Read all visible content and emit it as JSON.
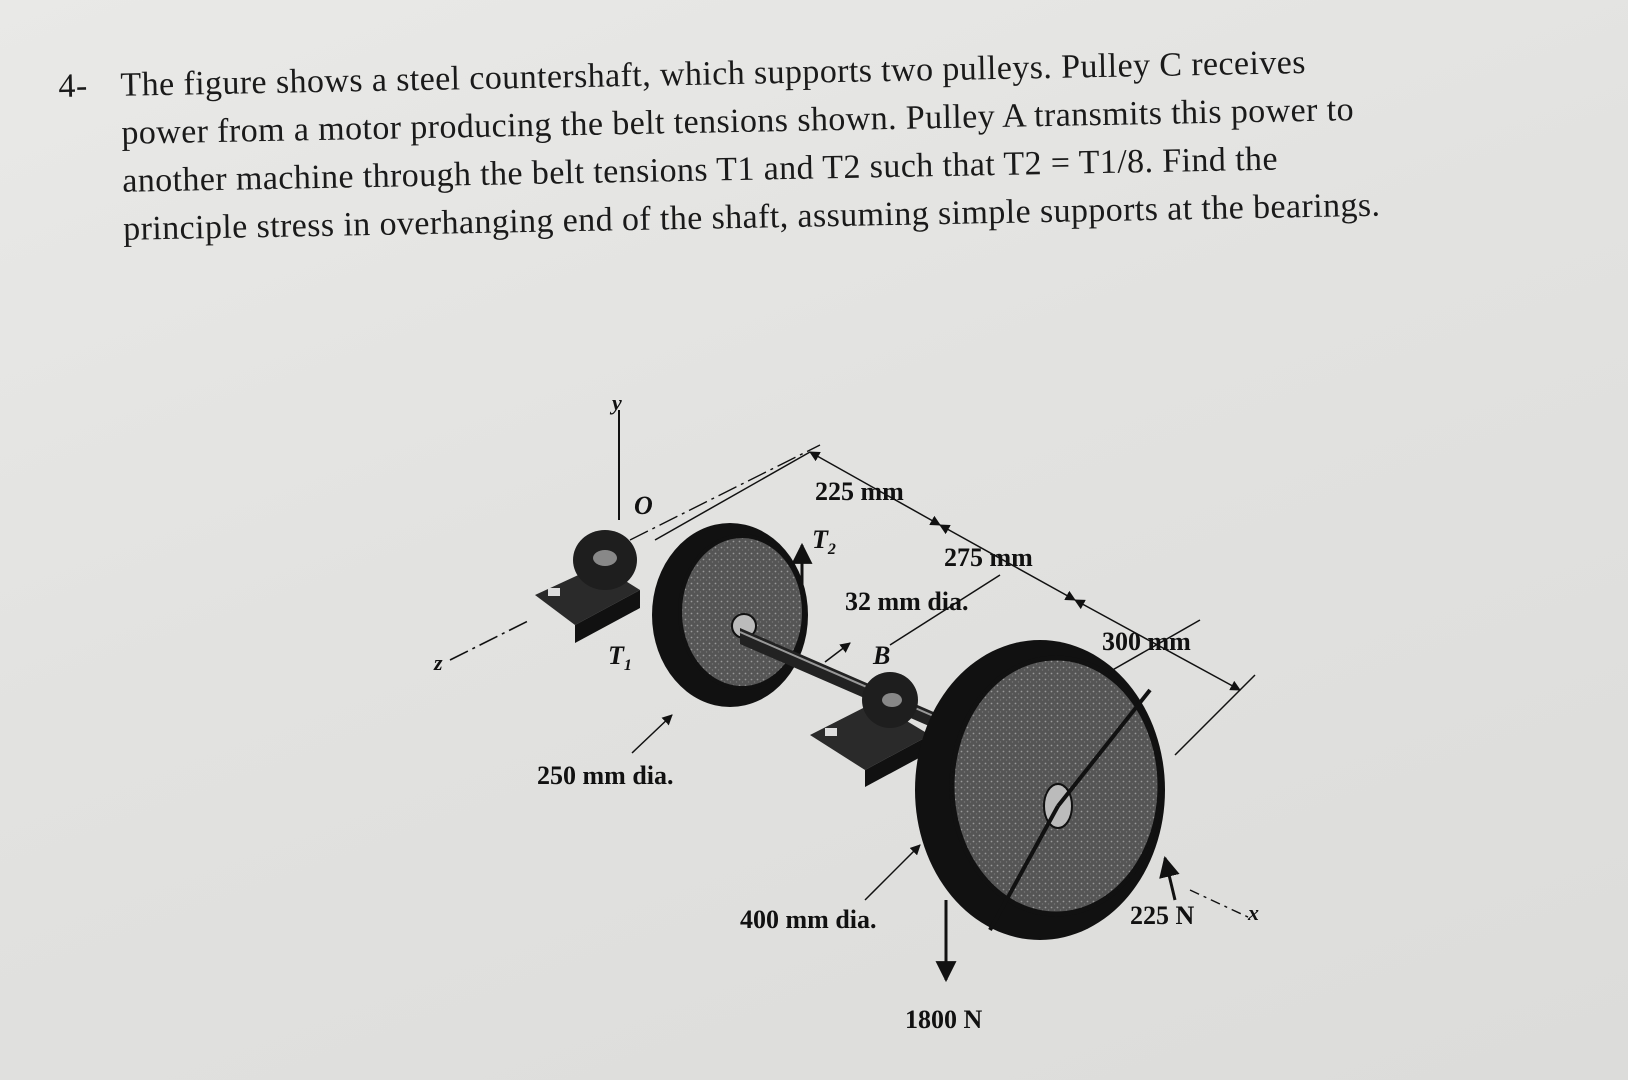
{
  "problem": {
    "number": "4-",
    "lines": [
      "The figure shows a steel countershaft, which supports two pulleys. Pulley C receives",
      "power from a motor producing the belt tensions shown. Pulley A transmits this power to",
      "another machine through the belt tensions T1 and T2 such that T2 = T1/8. Find the",
      "principle stress in overhanging end of the shaft, assuming simple supports at the bearings."
    ]
  },
  "figure": {
    "axis_y": "y",
    "axis_z": "z",
    "axis_x": "x",
    "origin": "O",
    "dim_225": "225 mm",
    "dim_275": "275 mm",
    "dim_300": "300 mm",
    "shaft_dia": "32 mm dia.",
    "point_b": "B",
    "tension_t1": "T",
    "tension_t1_sub": "1",
    "tension_t2": "T",
    "tension_t2_sub": "2",
    "pulley_a_dia": "250 mm dia.",
    "pulley_c_dia": "400 mm dia.",
    "force_225": "225 N",
    "force_1800": "1800 N"
  }
}
